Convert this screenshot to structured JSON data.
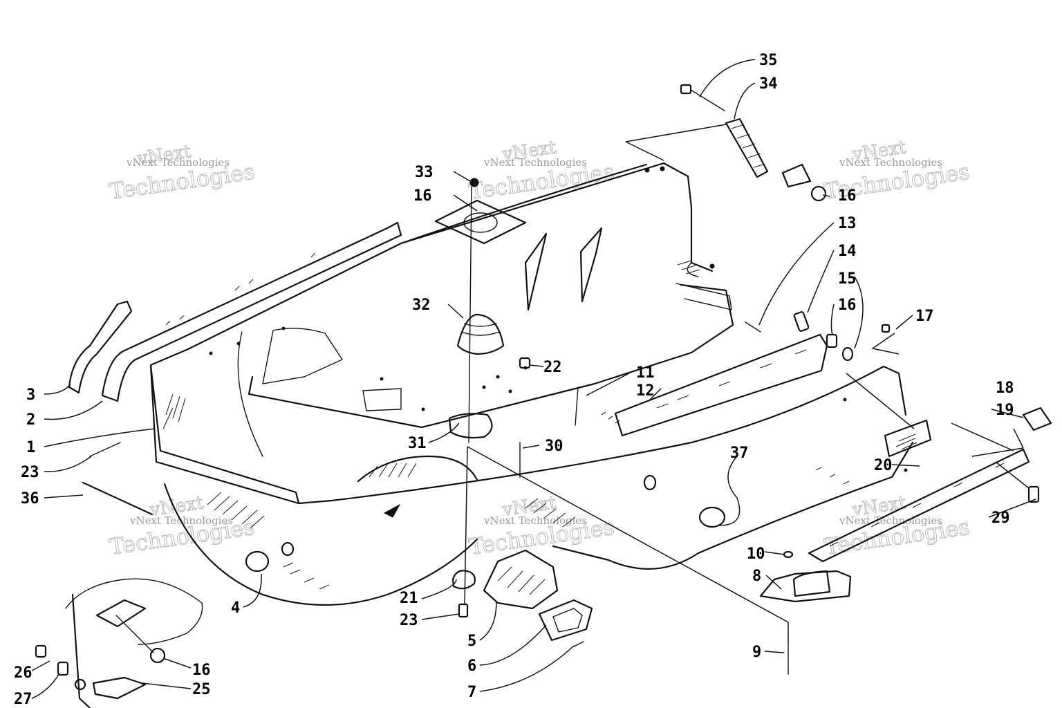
{
  "watermark": {
    "line1": "vNext",
    "line2": "vNext Technologies",
    "line3": "Technologies"
  },
  "callouts": [
    {
      "id": "c35a",
      "text": "35"
    },
    {
      "id": "c34",
      "text": "34"
    },
    {
      "id": "c16a",
      "text": "16"
    },
    {
      "id": "c33",
      "text": "33"
    },
    {
      "id": "c16b",
      "text": "16"
    },
    {
      "id": "c13",
      "text": "13"
    },
    {
      "id": "c14",
      "text": "14"
    },
    {
      "id": "c15",
      "text": "15"
    },
    {
      "id": "c16c",
      "text": "16"
    },
    {
      "id": "c17",
      "text": "17"
    },
    {
      "id": "c32",
      "text": "32"
    },
    {
      "id": "c22",
      "text": "22"
    },
    {
      "id": "c11",
      "text": "11"
    },
    {
      "id": "c12",
      "text": "12"
    },
    {
      "id": "c18",
      "text": "18"
    },
    {
      "id": "c19",
      "text": "19"
    },
    {
      "id": "c3",
      "text": "3"
    },
    {
      "id": "c2",
      "text": "2"
    },
    {
      "id": "c1",
      "text": "1"
    },
    {
      "id": "c23a",
      "text": "23"
    },
    {
      "id": "c36",
      "text": "36"
    },
    {
      "id": "c31",
      "text": "31"
    },
    {
      "id": "c30",
      "text": "30"
    },
    {
      "id": "c37",
      "text": "37"
    },
    {
      "id": "c20",
      "text": "20"
    },
    {
      "id": "c29",
      "text": "29"
    },
    {
      "id": "c10",
      "text": "10"
    },
    {
      "id": "c8",
      "text": "8"
    },
    {
      "id": "c9",
      "text": "9"
    },
    {
      "id": "c4",
      "text": "4"
    },
    {
      "id": "c21",
      "text": "21"
    },
    {
      "id": "c23b",
      "text": "23"
    },
    {
      "id": "c5",
      "text": "5"
    },
    {
      "id": "c6",
      "text": "6"
    },
    {
      "id": "c7",
      "text": "7"
    },
    {
      "id": "c16d",
      "text": "16"
    },
    {
      "id": "c25",
      "text": "25"
    },
    {
      "id": "c26",
      "text": "26"
    },
    {
      "id": "c27",
      "text": "27"
    }
  ]
}
